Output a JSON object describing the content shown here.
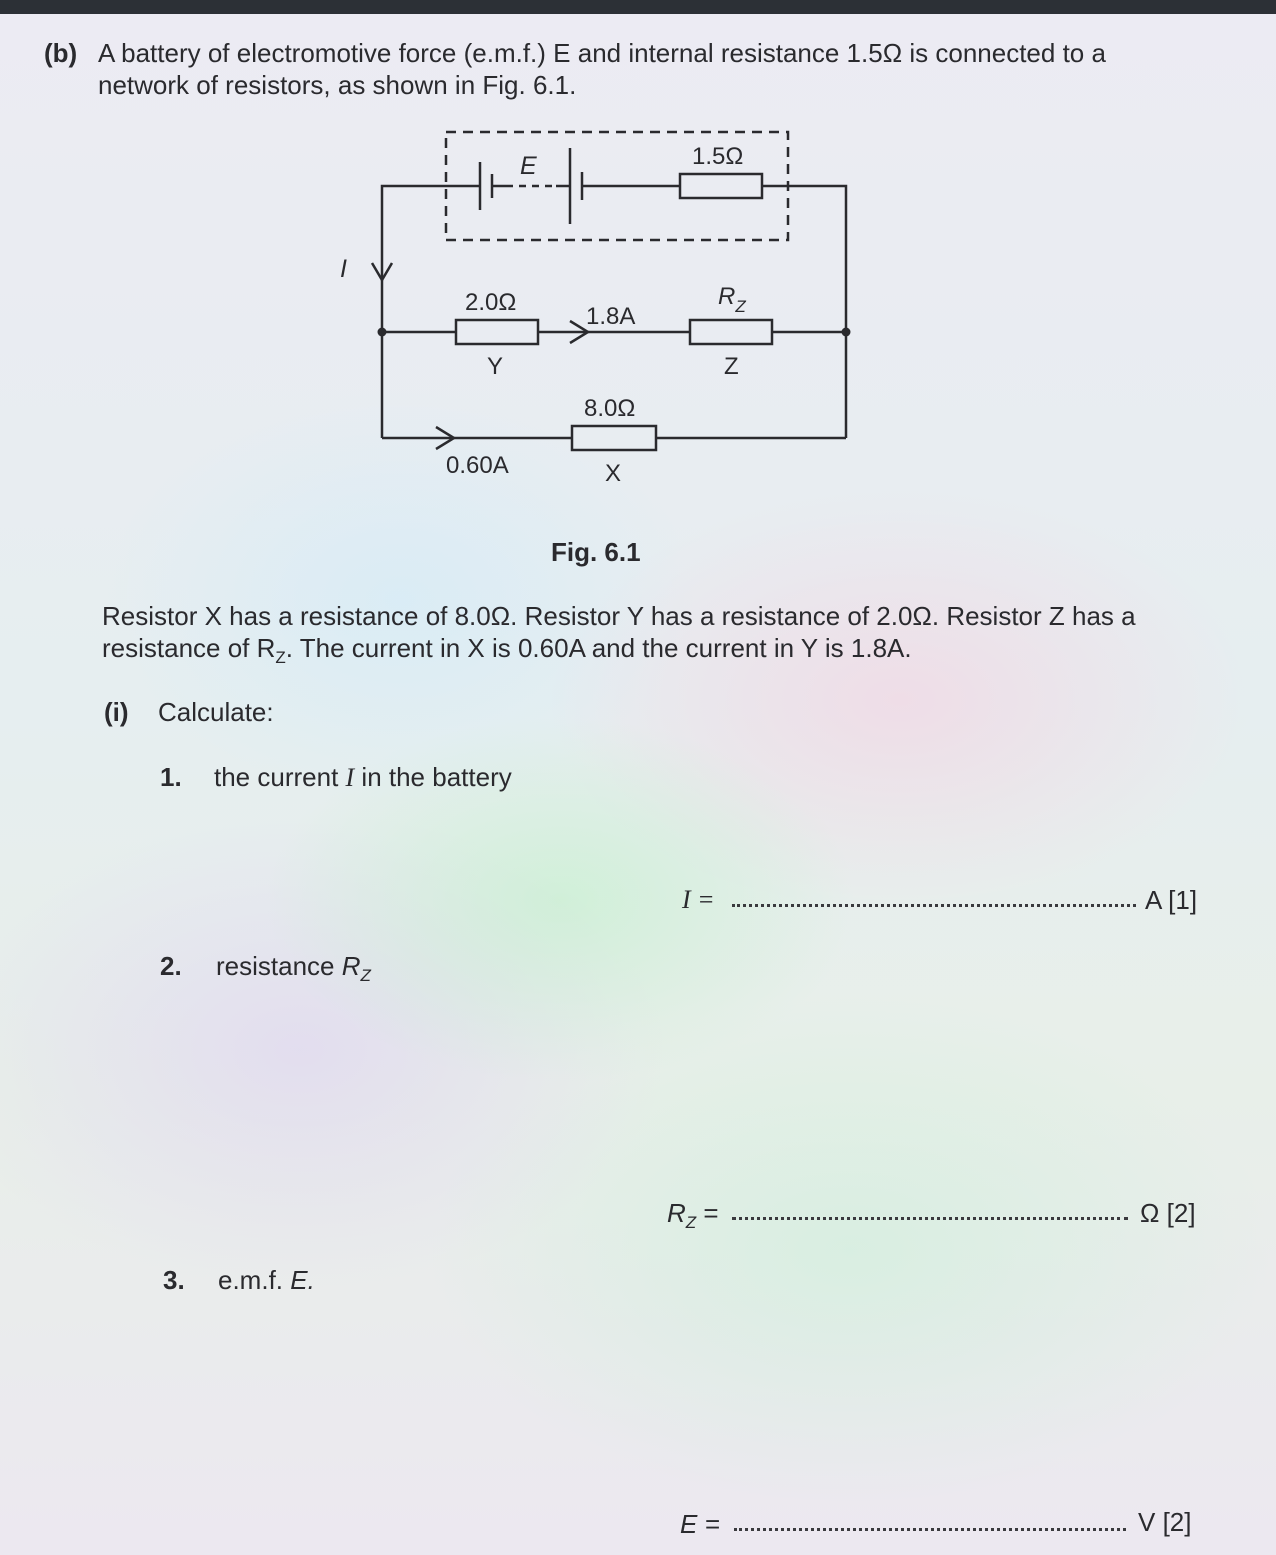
{
  "part_label": "(b)",
  "intro_line1": "A battery of electromotive force (e.m.f.) E and internal resistance 1.5Ω is connected to a",
  "intro_line2": "network of resistors, as shown in Fig. 6.1.",
  "figure": {
    "emf_label": "E",
    "internal_resistance_label": "1.5Ω",
    "current_I_label": "I",
    "resistor_y_value": "2.0Ω",
    "resistor_y_name": "Y",
    "current_y_label": "1.8A",
    "resistor_z_value": "R",
    "resistor_z_value_sub": "Z",
    "resistor_z_name": "Z",
    "resistor_x_value": "8.0Ω",
    "resistor_x_name": "X",
    "current_x_label": "0.60A",
    "caption": "Fig. 6.1"
  },
  "body": {
    "line1": "Resistor X has a resistance of 8.0Ω. Resistor Y has a resistance of 2.0Ω. Resistor Z has a",
    "line2_pre": "resistance of R",
    "line2_sub": "Z",
    "line2_post": ". The current in X is 0.60A and the current in Y is 1.8A."
  },
  "subpart": {
    "label": "(i)",
    "text": "Calculate:"
  },
  "questions": [
    {
      "num": "1.",
      "text": "the current ",
      "var": "I",
      "text2": " in the battery",
      "answer_lhs": "I =",
      "unit": "A",
      "marks": "[1]"
    },
    {
      "num": "2.",
      "text": "resistance ",
      "var": "R",
      "var_sub": "Z",
      "answer_lhs": "R",
      "answer_lhs_sub": "Z",
      "answer_eq": " =",
      "unit": "Ω",
      "marks": "[2]"
    },
    {
      "num": "3.",
      "text": "e.m.f. ",
      "var": "E.",
      "answer_lhs": "E =",
      "unit": "V",
      "marks": "[2]"
    }
  ]
}
